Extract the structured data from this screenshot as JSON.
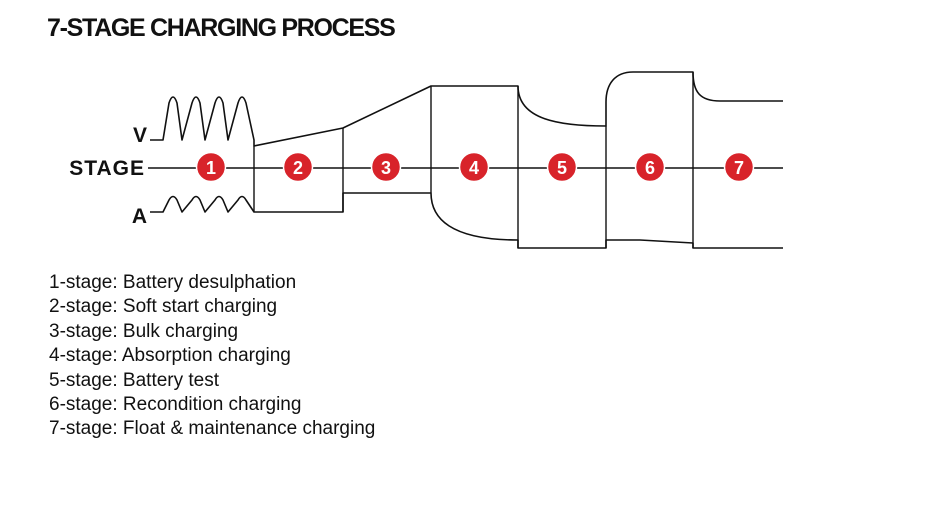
{
  "title": "7-STAGE CHARGING PROCESS",
  "axis_labels": {
    "voltage": "V",
    "stage": "STAGE",
    "current": "A"
  },
  "stages": [
    {
      "number": "1",
      "description": "1-stage: Battery desulphation"
    },
    {
      "number": "2",
      "description": "2-stage: Soft start charging"
    },
    {
      "number": "3",
      "description": "3-stage: Bulk charging"
    },
    {
      "number": "4",
      "description": "4-stage: Absorption charging"
    },
    {
      "number": "5",
      "description": "5-stage: Battery test"
    },
    {
      "number": "6",
      "description": "6-stage: Recondition charging"
    },
    {
      "number": "7",
      "description": "7-stage: Float & maintenance charging"
    }
  ],
  "colors": {
    "badge": "#d8232a",
    "line": "#111111",
    "text": "#111111"
  }
}
